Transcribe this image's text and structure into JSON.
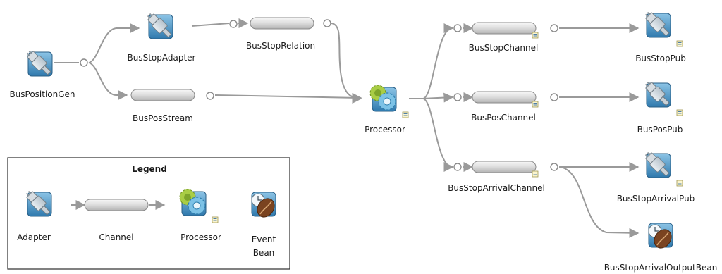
{
  "nodes": {
    "bus_position_gen": {
      "label": "BusPositionGen",
      "kind": "adapter"
    },
    "bus_stop_adapter": {
      "label": "BusStopAdapter",
      "kind": "adapter"
    },
    "bus_stop_relation": {
      "label": "BusStopRelation",
      "kind": "channel"
    },
    "bus_pos_stream": {
      "label": "BusPosStream",
      "kind": "channel"
    },
    "processor": {
      "label": "Processor",
      "kind": "processor"
    },
    "bus_stop_channel": {
      "label": "BusStopChannel",
      "kind": "channel"
    },
    "bus_pos_channel": {
      "label": "BusPosChannel",
      "kind": "channel"
    },
    "bus_stop_arrival_channel": {
      "label": "BusStopArrivalChannel",
      "kind": "channel"
    },
    "bus_stop_pub": {
      "label": "BusStopPub",
      "kind": "adapter"
    },
    "bus_pos_pub": {
      "label": "BusPosPub",
      "kind": "adapter"
    },
    "bus_stop_arrival_pub": {
      "label": "BusStopArrivalPub",
      "kind": "adapter"
    },
    "bus_stop_arrival_output_bean": {
      "label": "BusStopArrivalOutputBean",
      "kind": "event-bean"
    }
  },
  "edges": [
    [
      "bus_position_gen",
      "bus_stop_adapter"
    ],
    [
      "bus_position_gen",
      "bus_pos_stream"
    ],
    [
      "bus_stop_adapter",
      "bus_stop_relation"
    ],
    [
      "bus_stop_relation",
      "processor"
    ],
    [
      "bus_pos_stream",
      "processor"
    ],
    [
      "processor",
      "bus_stop_channel"
    ],
    [
      "processor",
      "bus_pos_channel"
    ],
    [
      "processor",
      "bus_stop_arrival_channel"
    ],
    [
      "bus_stop_channel",
      "bus_stop_pub"
    ],
    [
      "bus_pos_channel",
      "bus_pos_pub"
    ],
    [
      "bus_stop_arrival_channel",
      "bus_stop_arrival_pub"
    ],
    [
      "bus_stop_arrival_channel",
      "bus_stop_arrival_output_bean"
    ]
  ],
  "legend": {
    "title": "Legend",
    "adapter": "Adapter",
    "channel": "Channel",
    "processor": "Processor",
    "event_bean_line1": "Event",
    "event_bean_line2": "Bean"
  },
  "colors": {
    "connector": "#9a9a9a",
    "icon_blue": "#3f8fbf",
    "gear_green": "#9cc33a",
    "gear_blue": "#6fb6dc",
    "bean_brown": "#7a4320"
  }
}
